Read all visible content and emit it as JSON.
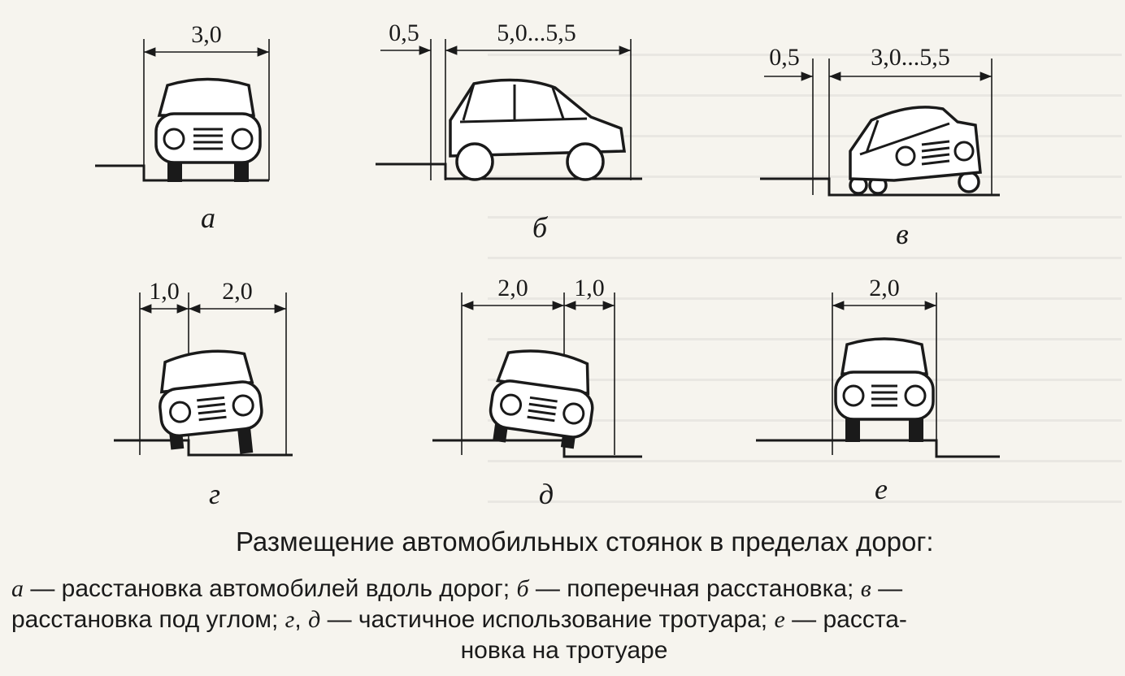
{
  "diagrams": [
    {
      "id": "a",
      "letter": "а",
      "dims": [
        "3,0"
      ]
    },
    {
      "id": "b",
      "letter": "б",
      "dims": [
        "0,5",
        "5,0...5,5"
      ]
    },
    {
      "id": "v",
      "letter": "в",
      "dims": [
        "0,5",
        "3,0...5,5"
      ]
    },
    {
      "id": "g",
      "letter": "г",
      "dims": [
        "1,0",
        "2,0"
      ]
    },
    {
      "id": "d",
      "letter": "д",
      "dims": [
        "2,0",
        "1,0"
      ]
    },
    {
      "id": "e",
      "letter": "е",
      "dims": [
        "2,0"
      ]
    }
  ],
  "caption": {
    "title": "Размещение автомобильных стоянок в пределах дорог:",
    "a_letter": "а",
    "a_text": " — расстановка автомобилей вдоль дорог; ",
    "b_letter": "б",
    "b_text": " — поперечная расстановка; ",
    "v_letter": "в",
    "v_text": " —",
    "line2_start": "расстановка под углом; ",
    "g_letter": "г",
    "gd_sep": ", ",
    "d_letter": "д",
    "gd_text": " — частичное использование тротуара; ",
    "e_letter": "е",
    "e_text": " — расста-",
    "line3": "новка на тротуаре"
  }
}
